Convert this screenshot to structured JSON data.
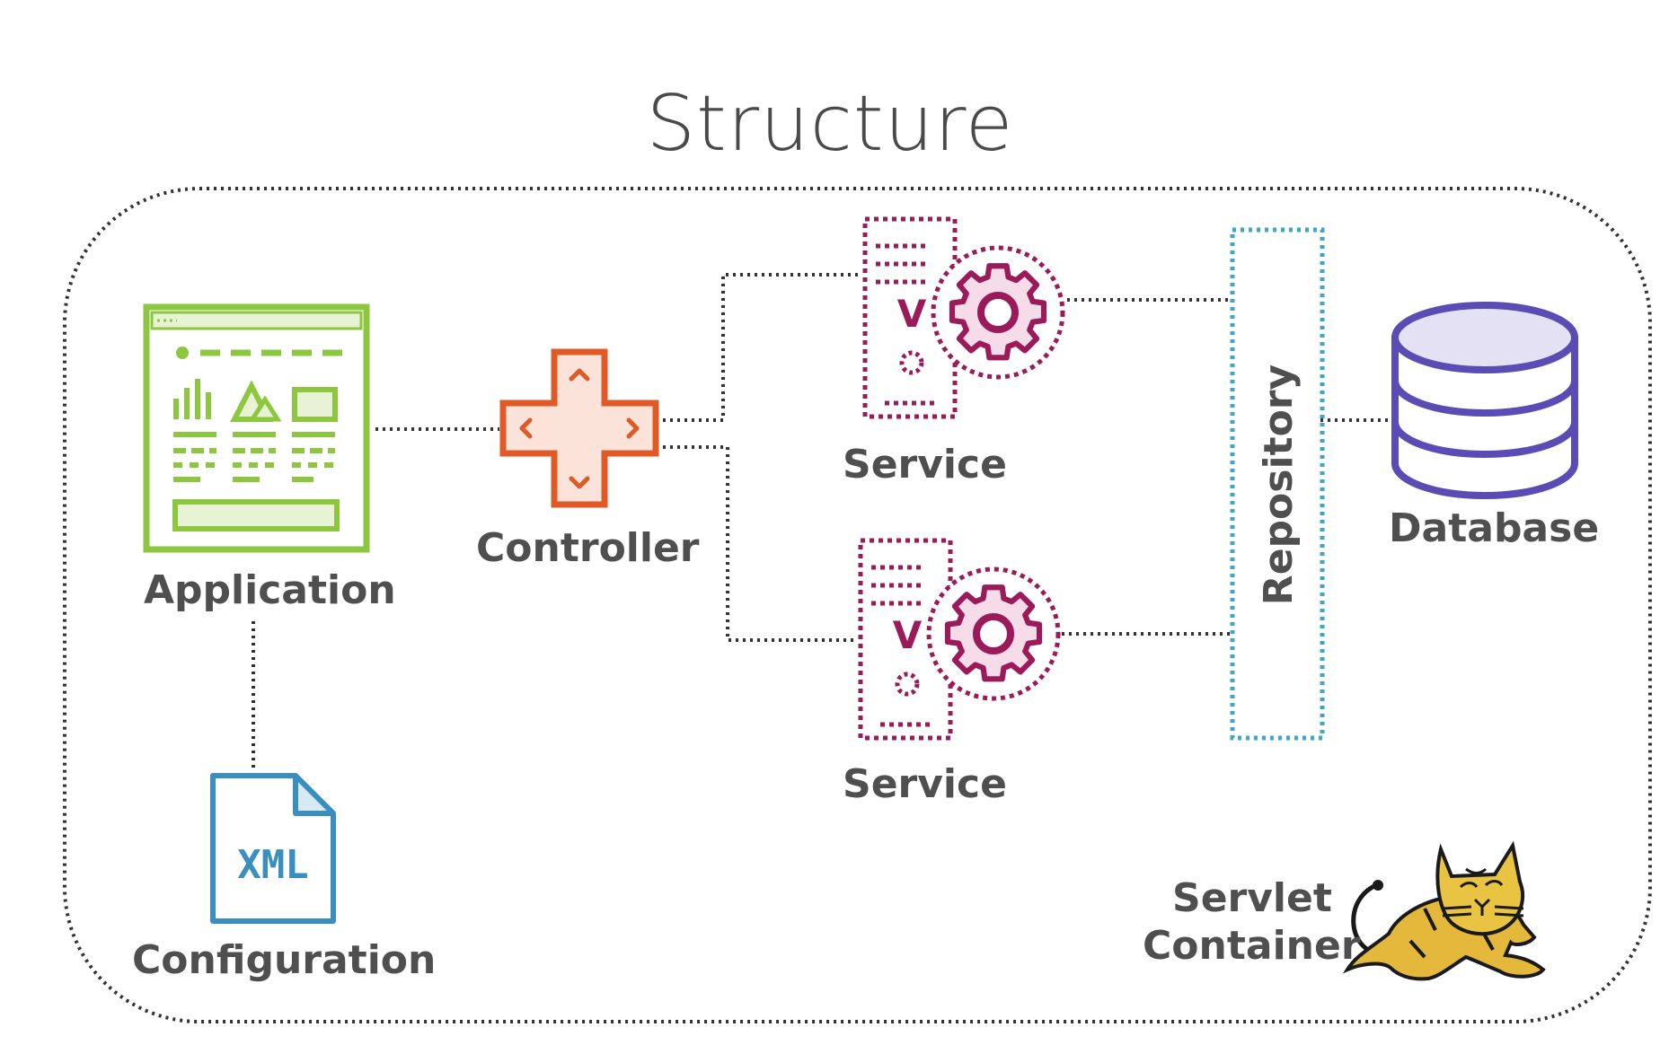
{
  "title": "Structure",
  "nodes": {
    "application": "Application",
    "configuration": "Configuration",
    "xml_icon_text": "XML",
    "controller": "Controller",
    "service_top": "Service",
    "service_bottom": "Service",
    "repository": "Repository",
    "database": "Database",
    "servlet_container_line1": "Servlet",
    "servlet_container_line2": "Container"
  },
  "colors": {
    "application": "#8dc63f",
    "controller": "#e05a28",
    "service": "#9b1b5a",
    "repository": "#3fa7c8",
    "database": "#5a4bb5",
    "configuration": "#3a8fbf",
    "connector": "#333333"
  },
  "icons": {
    "application": "web-page-icon",
    "controller": "dpad-icon",
    "service": "server-gear-icon",
    "database": "database-icon",
    "configuration": "xml-file-icon",
    "servlet_container": "tomcat-cat-logo"
  }
}
